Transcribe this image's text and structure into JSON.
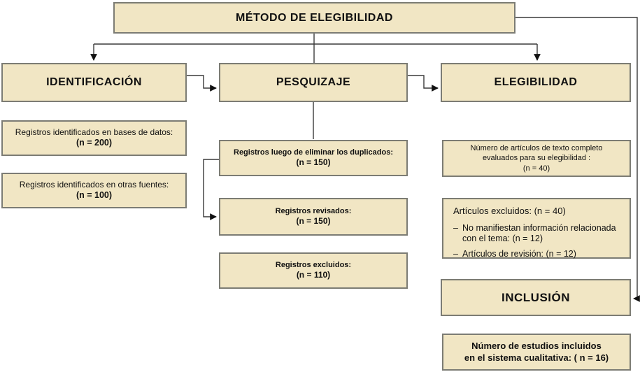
{
  "title": "MÉTODO DE ELEGIBILIDAD",
  "bullet_char": "–",
  "identificacion": {
    "header": "IDENTIFICACIÓN",
    "box_databases": {
      "text": "Registros identificados en bases de datos:",
      "count": "(n = 200)"
    },
    "box_other_sources": {
      "text": "Registros identificados en otras fuentes:",
      "count": "(n = 100)"
    }
  },
  "pesquizaje": {
    "header": "PESQUIZAJE",
    "box_duplicates_removed": {
      "text": "Registros luego de eliminar los duplicados:",
      "count": "(n = 150)"
    },
    "box_reviewed": {
      "text": "Registros revisados:",
      "count": "(n = 150)"
    },
    "box_excluded": {
      "text": "Registros excluidos:",
      "count": "(n = 110)"
    }
  },
  "elegibilidad": {
    "header": "ELEGIBILIDAD",
    "box_fulltext_evaluated": {
      "line1": "Número de artículos de texto completo",
      "line2": "evaluados para su elegibilidad :",
      "line3": "(n = 40)"
    },
    "box_excluded_articles": {
      "title": "Artículos excluidos: (n = 40)",
      "items": [
        "No manifiestan información relacionada con el tema: (n = 12)",
        "Artículos de revisión: (n = 12)"
      ]
    }
  },
  "inclusion": {
    "header": "INCLUSIÓN",
    "box_included_studies": {
      "line1": "Número de estudios incluidos",
      "line2": "en el sistema cualitativa: ( n = 16)"
    }
  },
  "colors": {
    "box_fill": "#F1E6C4",
    "box_border": "#7C7C74",
    "line_color": "#3A3A3A",
    "background": "#FFFFFF"
  }
}
